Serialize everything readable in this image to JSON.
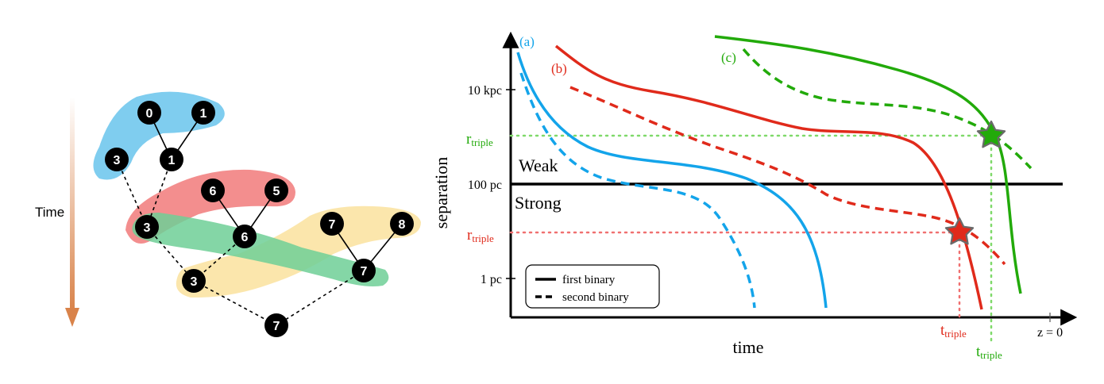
{
  "tree": {
    "time_label": "Time",
    "nodes": [
      {
        "id": "n0",
        "label": "0"
      },
      {
        "id": "n1a",
        "label": "1"
      },
      {
        "id": "n3a",
        "label": "3"
      },
      {
        "id": "n1b",
        "label": "1"
      },
      {
        "id": "n6a",
        "label": "6"
      },
      {
        "id": "n5",
        "label": "5"
      },
      {
        "id": "n3b",
        "label": "3"
      },
      {
        "id": "n6b",
        "label": "6"
      },
      {
        "id": "n7a",
        "label": "7"
      },
      {
        "id": "n8",
        "label": "8"
      },
      {
        "id": "n3c",
        "label": "3"
      },
      {
        "id": "n7b",
        "label": "7"
      },
      {
        "id": "n7c",
        "label": "7"
      }
    ],
    "colors": {
      "blue_group": "#7fcdef",
      "red_group": "#f28282",
      "green_group": "#6fcf97",
      "yellow_group": "#fbe3a3",
      "arrow": "#d9834a",
      "node": "#000000"
    }
  },
  "plot": {
    "ylabel": "separation",
    "xlabel": "time",
    "yticks": [
      "10 kpc",
      "100 pc",
      "1 pc"
    ],
    "z_label": "z = 0",
    "r_triple_green": {
      "main": "r",
      "sub": "triple"
    },
    "r_triple_red": {
      "main": "r",
      "sub": "triple"
    },
    "t_triple_red": {
      "main": "t",
      "sub": "triple"
    },
    "t_triple_green": {
      "main": "t",
      "sub": "triple"
    },
    "regime_weak": "Weak",
    "regime_strong": "Strong",
    "case_a": "(a)",
    "case_b": "(b)",
    "case_c": "(c)",
    "legend": {
      "solid": "first binary",
      "dashed": "second binary"
    },
    "colors": {
      "a": "#13a4ea",
      "b": "#e02a1b",
      "c": "#22aa0a",
      "star_fill_red": "#e02a1b",
      "star_fill_green": "#22aa0a",
      "star_edge": "#6a6a6a"
    }
  }
}
